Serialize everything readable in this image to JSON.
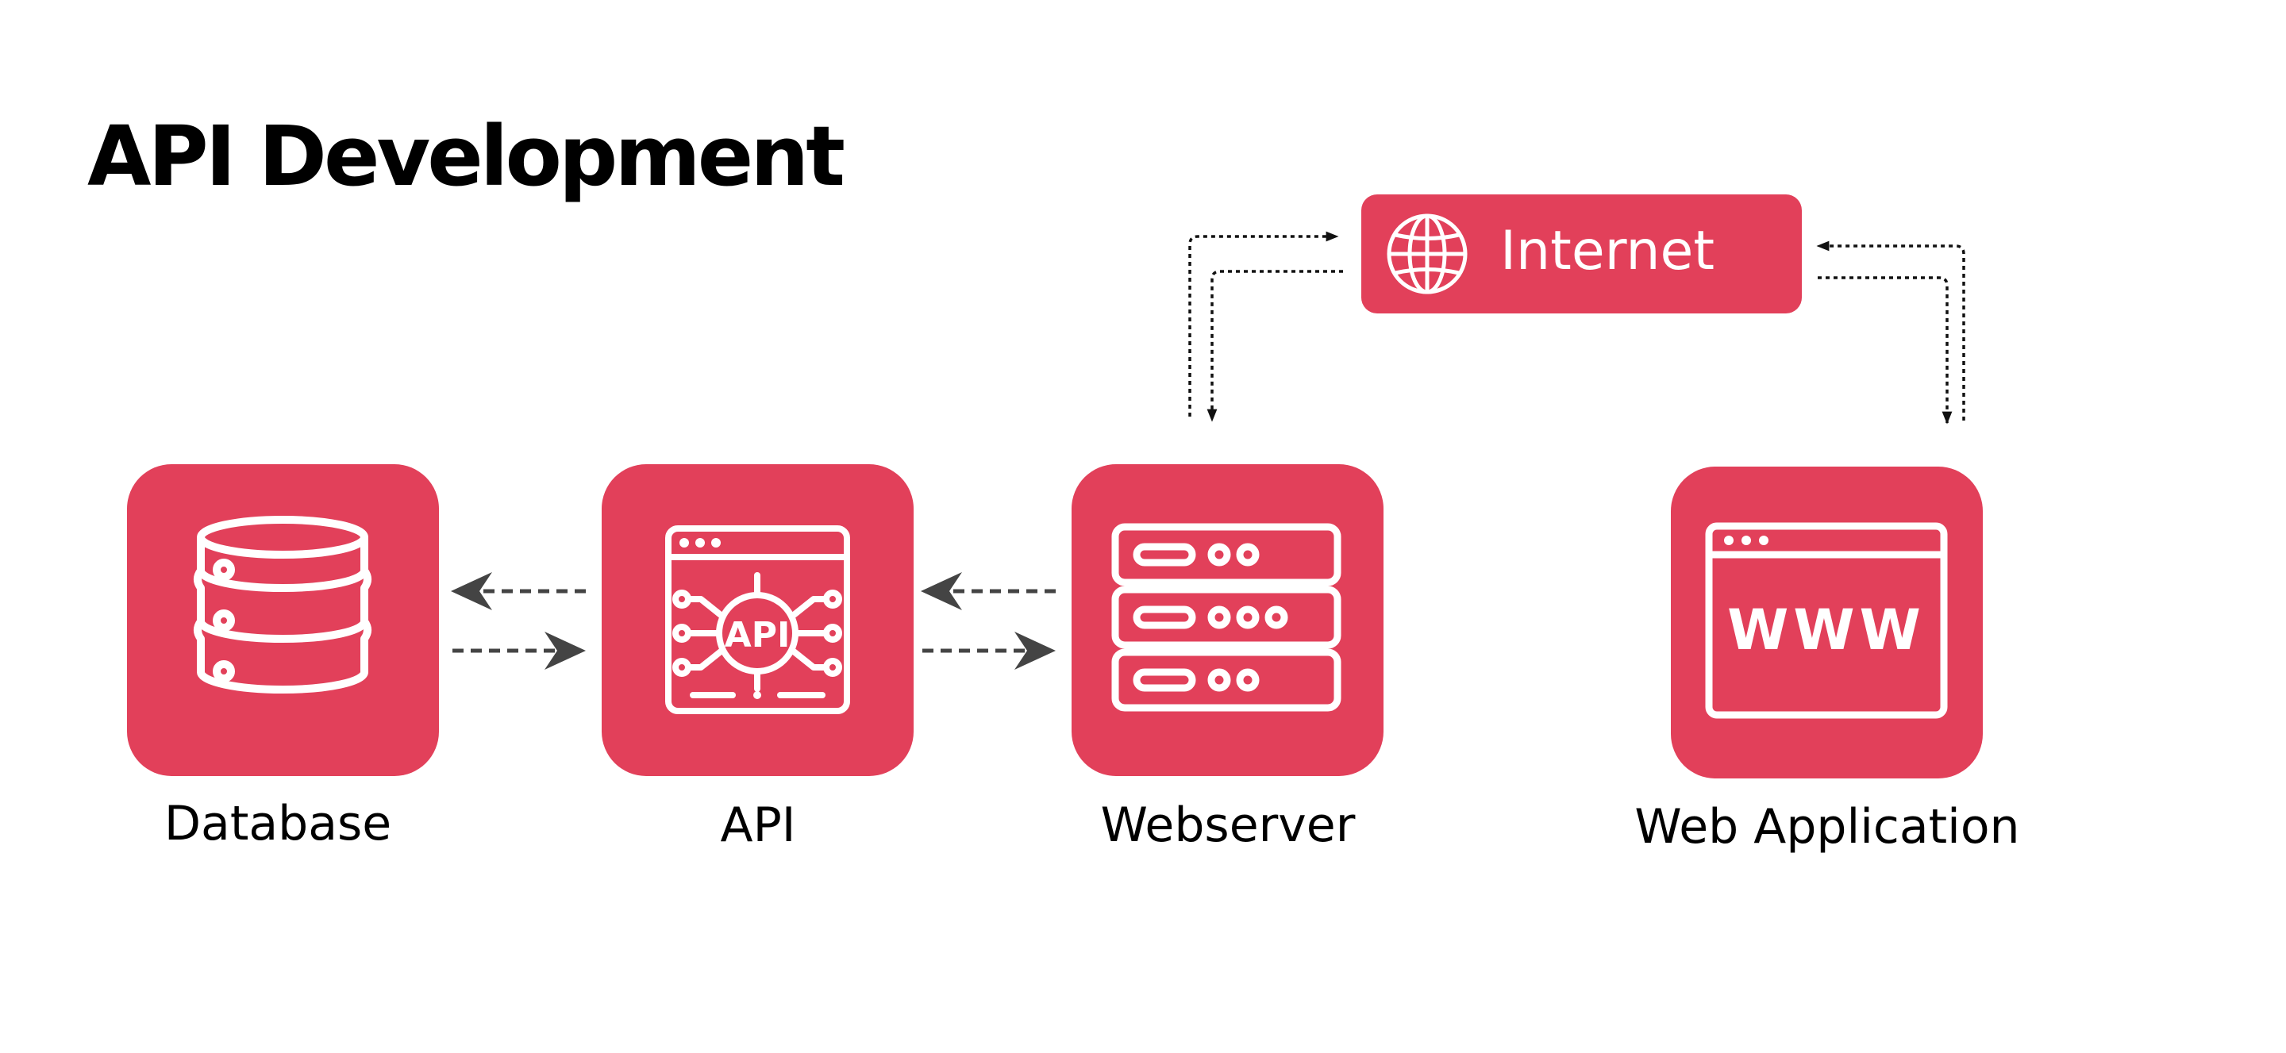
{
  "title": "API Development",
  "colors": {
    "node_fill": "#e2405a",
    "icon_stroke": "#ffffff",
    "arrow": "#444444",
    "text": "#000000"
  },
  "nodes": {
    "database": {
      "label": "Database",
      "icon": "database-icon"
    },
    "api": {
      "label": "API",
      "icon": "api-chip-icon",
      "icon_text": "API"
    },
    "webserver": {
      "label": "Webserver",
      "icon": "server-rack-icon"
    },
    "web_application": {
      "label": "Web Application",
      "icon": "browser-window-icon",
      "icon_text": "WWW"
    },
    "internet": {
      "label": "Internet",
      "icon": "globe-icon"
    }
  },
  "edges": [
    {
      "from": "api",
      "to": "database",
      "style": "dashed"
    },
    {
      "from": "database",
      "to": "api",
      "style": "dashed"
    },
    {
      "from": "webserver",
      "to": "api",
      "style": "dashed"
    },
    {
      "from": "api",
      "to": "webserver",
      "style": "dashed"
    },
    {
      "from": "webserver",
      "to": "internet",
      "style": "dotted"
    },
    {
      "from": "internet",
      "to": "webserver",
      "style": "dotted"
    },
    {
      "from": "web_application",
      "to": "internet",
      "style": "dotted"
    },
    {
      "from": "internet",
      "to": "web_application",
      "style": "dotted"
    }
  ]
}
